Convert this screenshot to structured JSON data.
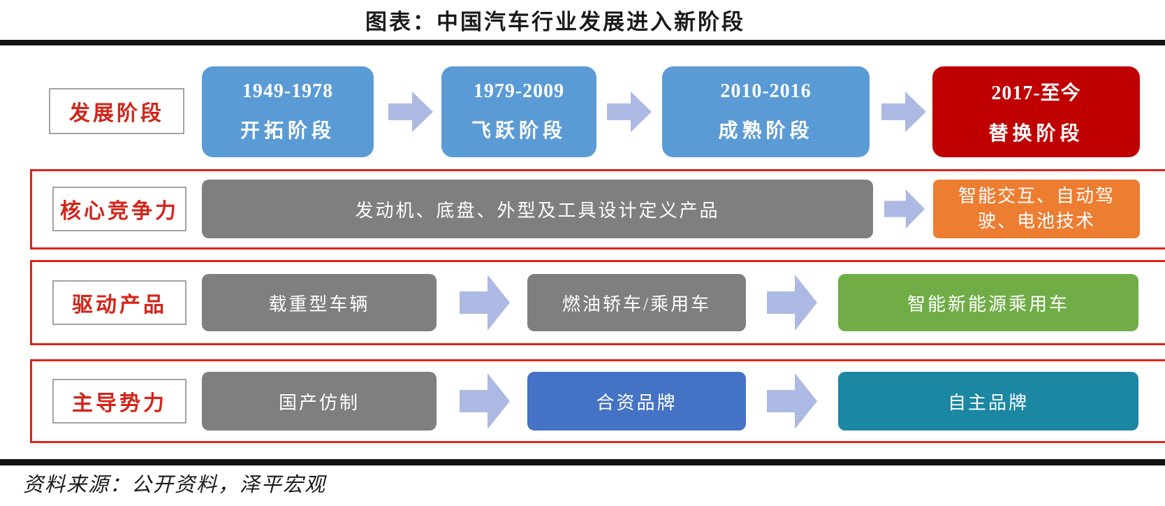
{
  "title": "图表：中国汽车行业发展进入新阶段",
  "source_note": "资料来源：公开资料，泽平宏观",
  "palette": {
    "stage_blue": "#5B9BD5",
    "stage_red": "#C00000",
    "gray": "#7F7F7F",
    "orange": "#ED7D31",
    "green": "#70AD47",
    "brand_blue": "#4472C4",
    "teal": "#1B87A3",
    "arrow": "#ACB9E3",
    "row_border_red": "#E02418",
    "label_red": "#D3251A"
  },
  "rows": [
    {
      "label": "发展阶段",
      "items": [
        {
          "period": "1949-1978",
          "name": "开拓阶段"
        },
        {
          "period": "1979-2009",
          "name": "飞跃阶段"
        },
        {
          "period": "2010-2016",
          "name": "成熟阶段"
        },
        {
          "period": "2017-至今",
          "name": "替换阶段"
        }
      ]
    },
    {
      "label": "核心竞争力",
      "items": [
        {
          "text": "发动机、底盘、外型及工具设计定义产品"
        },
        {
          "line1": "智能交互、自动驾",
          "line2": "驶、电池技术"
        }
      ]
    },
    {
      "label": "驱动产品",
      "items": [
        {
          "text": "载重型车辆"
        },
        {
          "text": "燃油轿车/乘用车"
        },
        {
          "text": "智能新能源乘用车"
        }
      ]
    },
    {
      "label": "主导势力",
      "items": [
        {
          "text": "国产仿制"
        },
        {
          "text": "合资品牌"
        },
        {
          "text": "自主品牌"
        }
      ]
    }
  ]
}
